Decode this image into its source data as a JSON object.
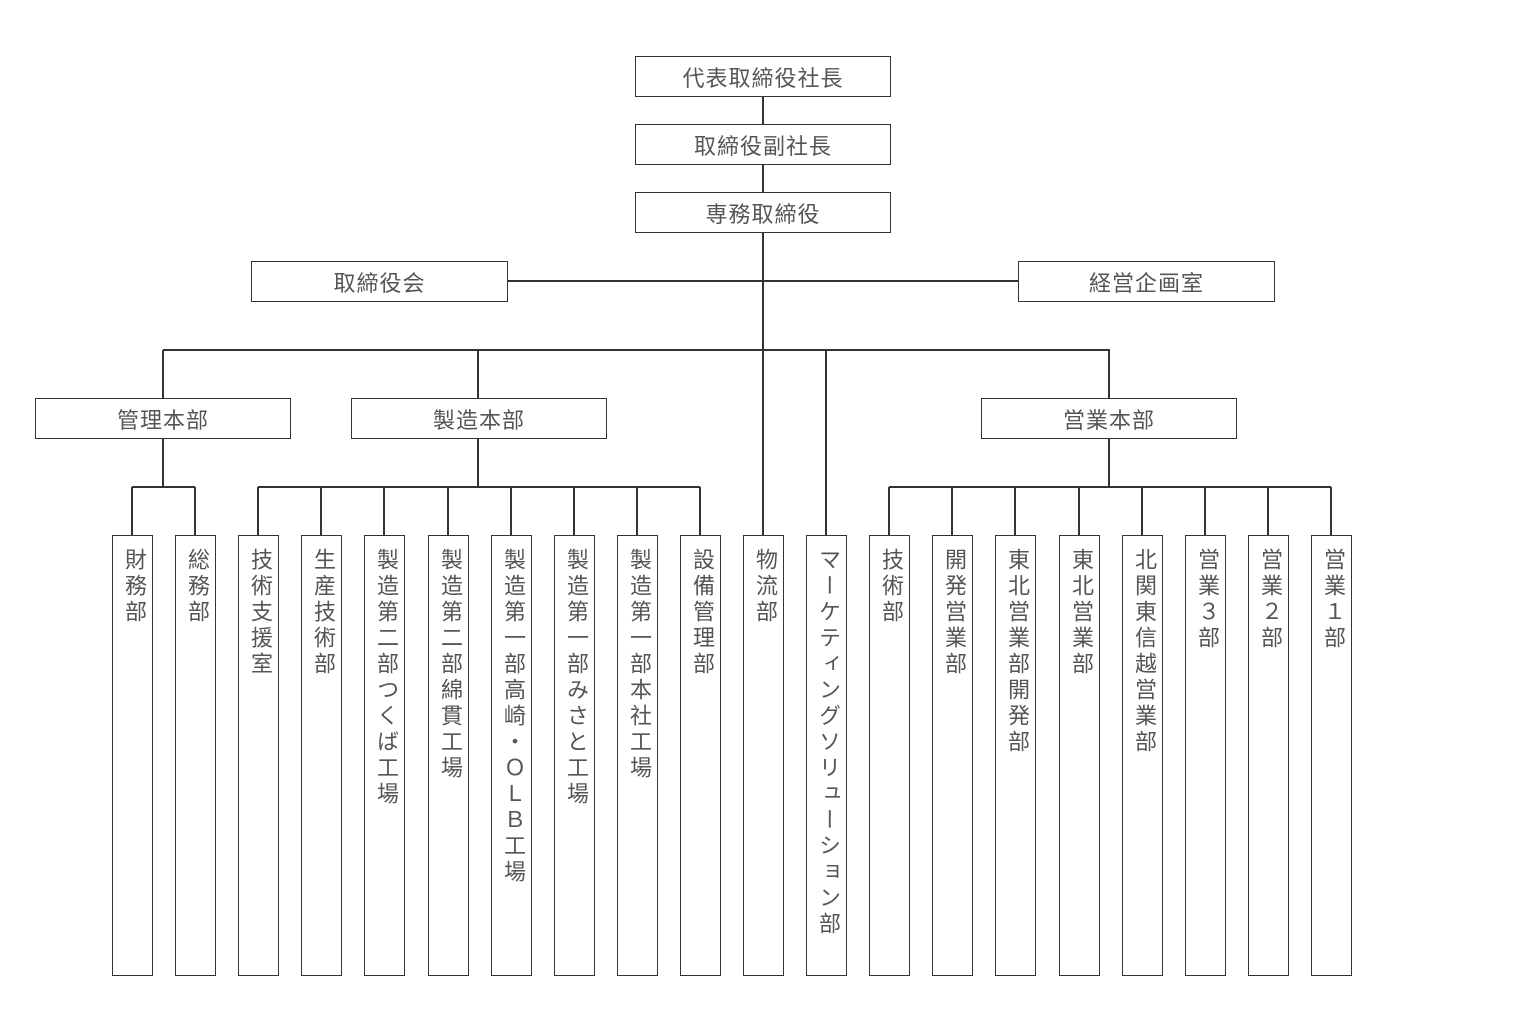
{
  "title": "組織図",
  "executives": [
    {
      "id": "president",
      "label": "代表取締役社長"
    },
    {
      "id": "vice-president",
      "label": "取締役副社長"
    },
    {
      "id": "senior-director",
      "label": "専務取締役"
    }
  ],
  "staff": {
    "board": {
      "label": "取締役会"
    },
    "planning": {
      "label": "経営企画室"
    }
  },
  "divisions": [
    {
      "id": "admin",
      "label": "管理本部",
      "departments": [
        "財務部",
        "総務部"
      ]
    },
    {
      "id": "manufacturing",
      "label": "製造本部",
      "departments": [
        "技術支援室",
        "生産技術部",
        "製造第二部つくば工場",
        "製造第二部綿貫工場",
        "製造第一部高崎・ＯＬＢ工場",
        "製造第一部みさと工場",
        "製造第一部本社工場",
        "設備管理部"
      ]
    },
    {
      "id": "direct",
      "label": "",
      "departments": [
        "物流部",
        "マーケティングソリューション部"
      ]
    },
    {
      "id": "sales",
      "label": "営業本部",
      "departments": [
        "技術部",
        "開発営業部",
        "東北営業部開発部",
        "東北営業部",
        "北関東信越営業部",
        "営業３部",
        "営業２部",
        "営業１部"
      ]
    }
  ]
}
